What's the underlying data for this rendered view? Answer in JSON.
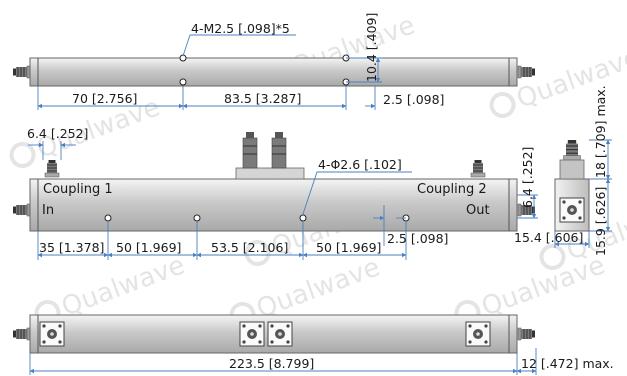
{
  "watermark": "Qualwave",
  "top_view": {
    "hole_callout": "4-M2.5 [.098]*5",
    "dims": {
      "d70": "70 [2.756]",
      "d83": "83.5 [3.287]",
      "d25": "2.5 [.098]",
      "d104": "10.4 [.409]"
    }
  },
  "front_view": {
    "labels": {
      "coupling1": "Coupling 1",
      "coupling2": "Coupling 2",
      "in": "In",
      "out": "Out"
    },
    "hole_callout": "4-Φ2.6 [.102]",
    "dims": {
      "d64": "6.4 [.252]",
      "d35": "35 [1.378]",
      "d50a": "50 [1.969]",
      "d535": "53.5 [2.106]",
      "d50b": "50 [1.969]",
      "d25": "2.5 [.098]",
      "d64v": "6.4 [.252]"
    }
  },
  "side_view": {
    "dims": {
      "d18": "18 [.709] max.",
      "d159": "15.9 [.626]",
      "d154": "15.4 [.606]"
    }
  },
  "bottom_view": {
    "dims": {
      "d2235": "223.5 [8.799]",
      "d12": "12 [.472] max."
    }
  }
}
